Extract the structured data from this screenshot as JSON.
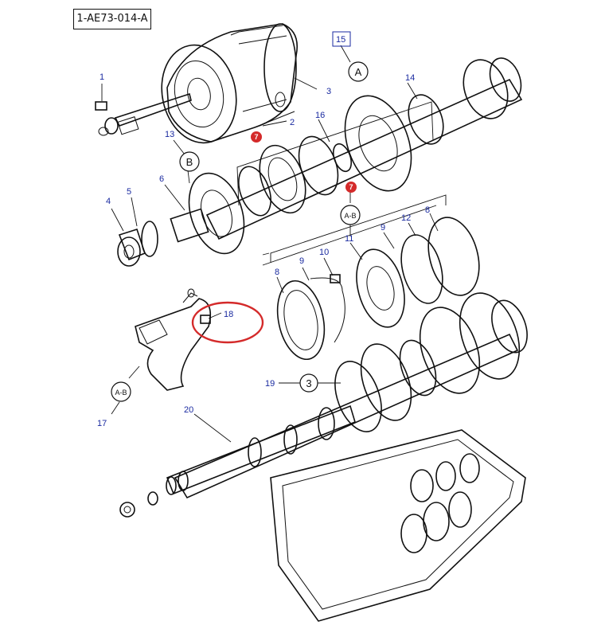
{
  "diagram": {
    "ref_code": "1-AE73-014-A",
    "part_labels": {
      "p1": "1",
      "p2": "2",
      "p3": "3",
      "p4": "4",
      "p5": "5",
      "p6": "6",
      "p8a": "8",
      "p8b": "8",
      "p9a": "9",
      "p9b": "9",
      "p10": "10",
      "p11": "11",
      "p12": "12",
      "p13": "13",
      "p14": "14",
      "p15": "15",
      "p16": "16",
      "p17": "17",
      "p18": "18",
      "p19": "19",
      "p20": "20"
    },
    "circle_labels": {
      "A": "A",
      "B": "B",
      "AB1": "A-B",
      "AB2": "A-B",
      "three": "3"
    },
    "red_markers": {
      "m1": "7",
      "m2": "7"
    },
    "highlight_color": "#d42a2a",
    "label_color": "#1a2aa0"
  }
}
